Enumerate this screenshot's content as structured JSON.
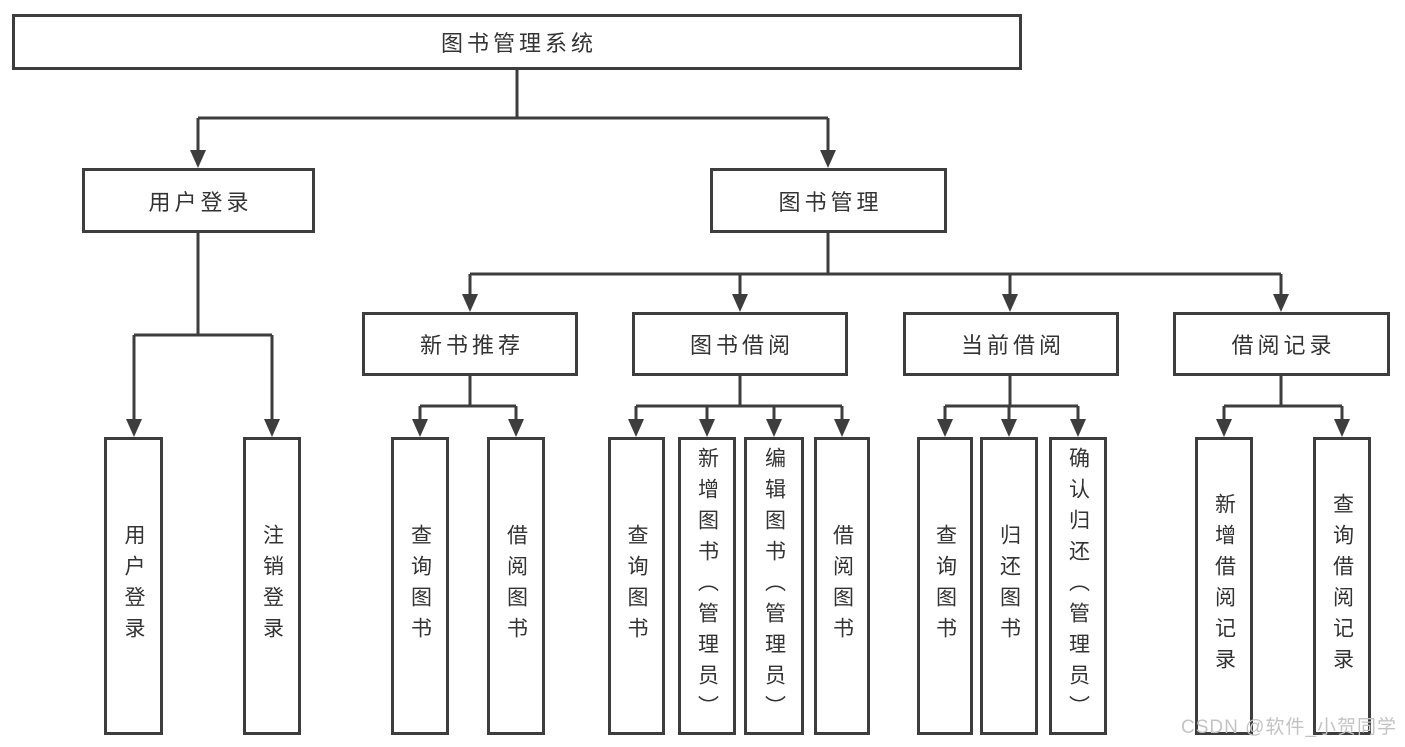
{
  "diagram_title": "图书管理系统",
  "tree": {
    "label": "图书管理系统",
    "children": [
      {
        "label": "用户登录",
        "children": [
          {
            "label": "用户登录"
          },
          {
            "label": "注销登录"
          }
        ]
      },
      {
        "label": "图书管理",
        "children": [
          {
            "label": "新书推荐",
            "children": [
              {
                "label": "查询图书"
              },
              {
                "label": "借阅图书"
              }
            ]
          },
          {
            "label": "图书借阅",
            "children": [
              {
                "label": "查询图书"
              },
              {
                "label": "新增图书（管理员）"
              },
              {
                "label": "编辑图书（管理员）"
              },
              {
                "label": "借阅图书"
              }
            ]
          },
          {
            "label": "当前借阅",
            "children": [
              {
                "label": "查询图书"
              },
              {
                "label": "归还图书"
              },
              {
                "label": "确认归还（管理员）"
              }
            ]
          },
          {
            "label": "借阅记录",
            "children": [
              {
                "label": "新增借阅记录"
              },
              {
                "label": "查询借阅记录"
              }
            ]
          }
        ]
      }
    ]
  },
  "watermark": {
    "text": "CSDN @软件_小贺同学"
  },
  "colors": {
    "line": "#3d3d3d",
    "box_border": "#3d3d3d",
    "text": "#333333",
    "watermark": "#c3c3c3",
    "background": "#ffffff"
  }
}
